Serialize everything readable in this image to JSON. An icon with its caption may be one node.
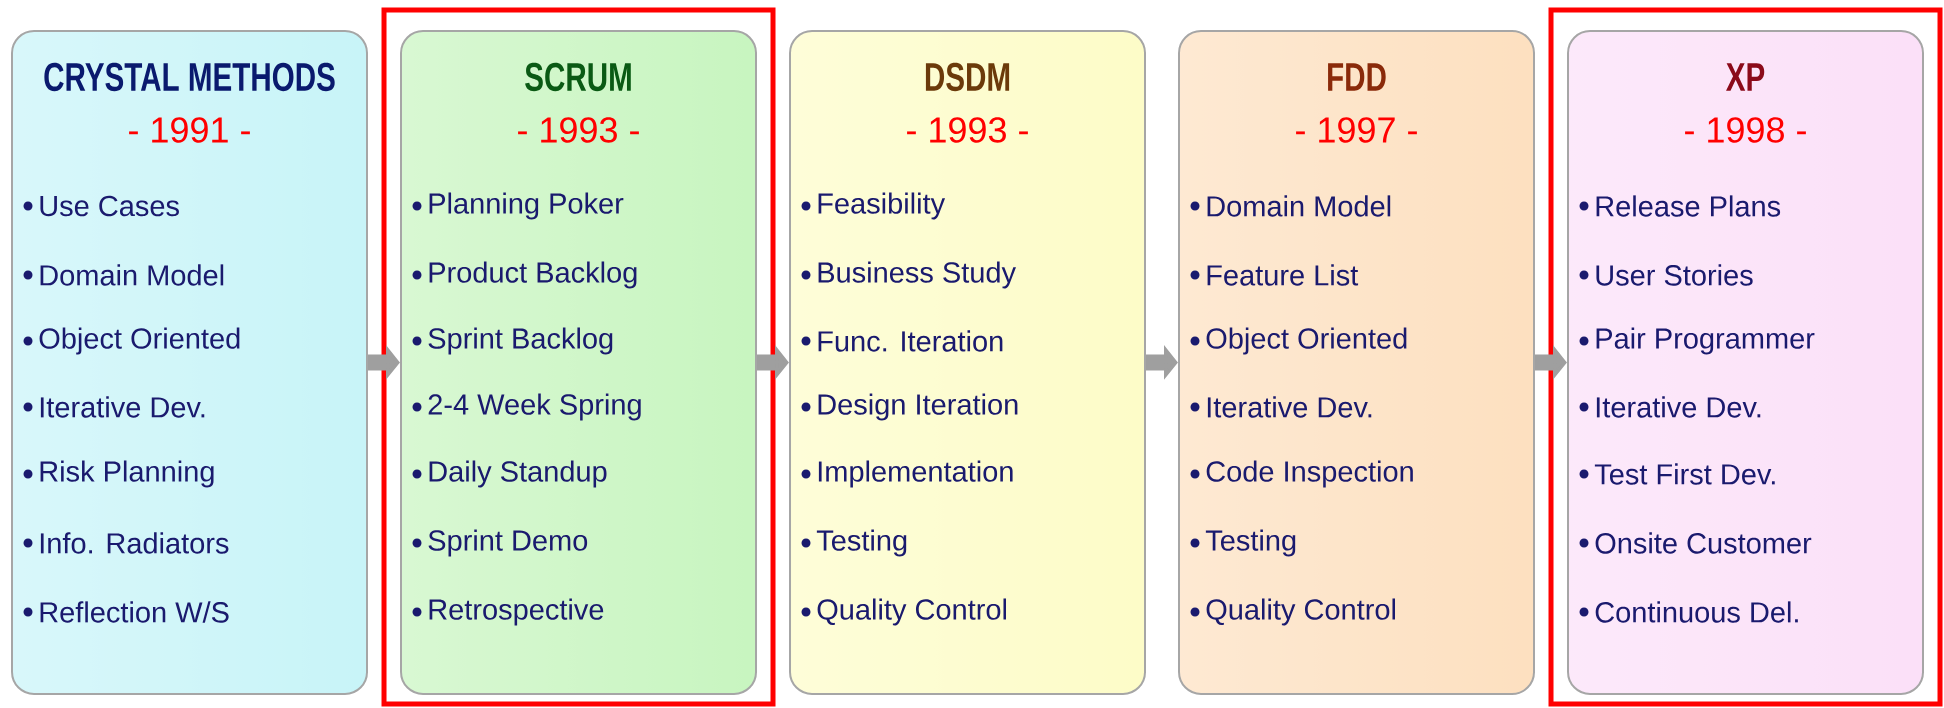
{
  "diagram": {
    "nodes": [
      {
        "text": [
          "CRYSTAL METHODS",
          "- 1991 -",
          "Use Cases",
          "Domain Model",
          "Object Oriented",
          "Iterative Dev.",
          "Risk Planning",
          "Info. Radiators",
          "Reflection W/S"
        ]
      },
      {
        "text": [
          "SCRUM",
          "- 1993 -",
          "Planning Poker",
          "Product Backlog",
          "Sprint Backlog",
          "2-4 Week Spring",
          "Daily Standup",
          "Sprint Demo",
          "Retrospective"
        ]
      },
      {
        "text": [
          "DSDM",
          "- 1993 -",
          "Feasibility",
          "Business Study",
          "Func. Iteration",
          "Design Iteration",
          "Implementation",
          "Testing",
          "Quality Control"
        ]
      },
      {
        "text": [
          "FDD",
          "- 1997 -",
          "Domain Model",
          "Feature List",
          "Object Oriented",
          "Iterative Dev.",
          "Code Inspection",
          "Testing",
          "Quality Control"
        ]
      },
      {
        "text": [
          "XP",
          "- 1998 -",
          "Release Plans",
          "User Stories",
          "Pair Programmer",
          "Iterative Dev.",
          "Test First Dev.",
          "Onsite Customer",
          "Continuous Del."
        ]
      }
    ],
    "edges": [
      {
        "from": 0,
        "to": 1,
        "arrow": "to"
      },
      {
        "from": 1,
        "to": 2,
        "arrow": "to"
      },
      {
        "from": 2,
        "to": 3,
        "arrow": "to"
      },
      {
        "from": 3,
        "to": 4,
        "arrow": "to"
      }
    ]
  }
}
